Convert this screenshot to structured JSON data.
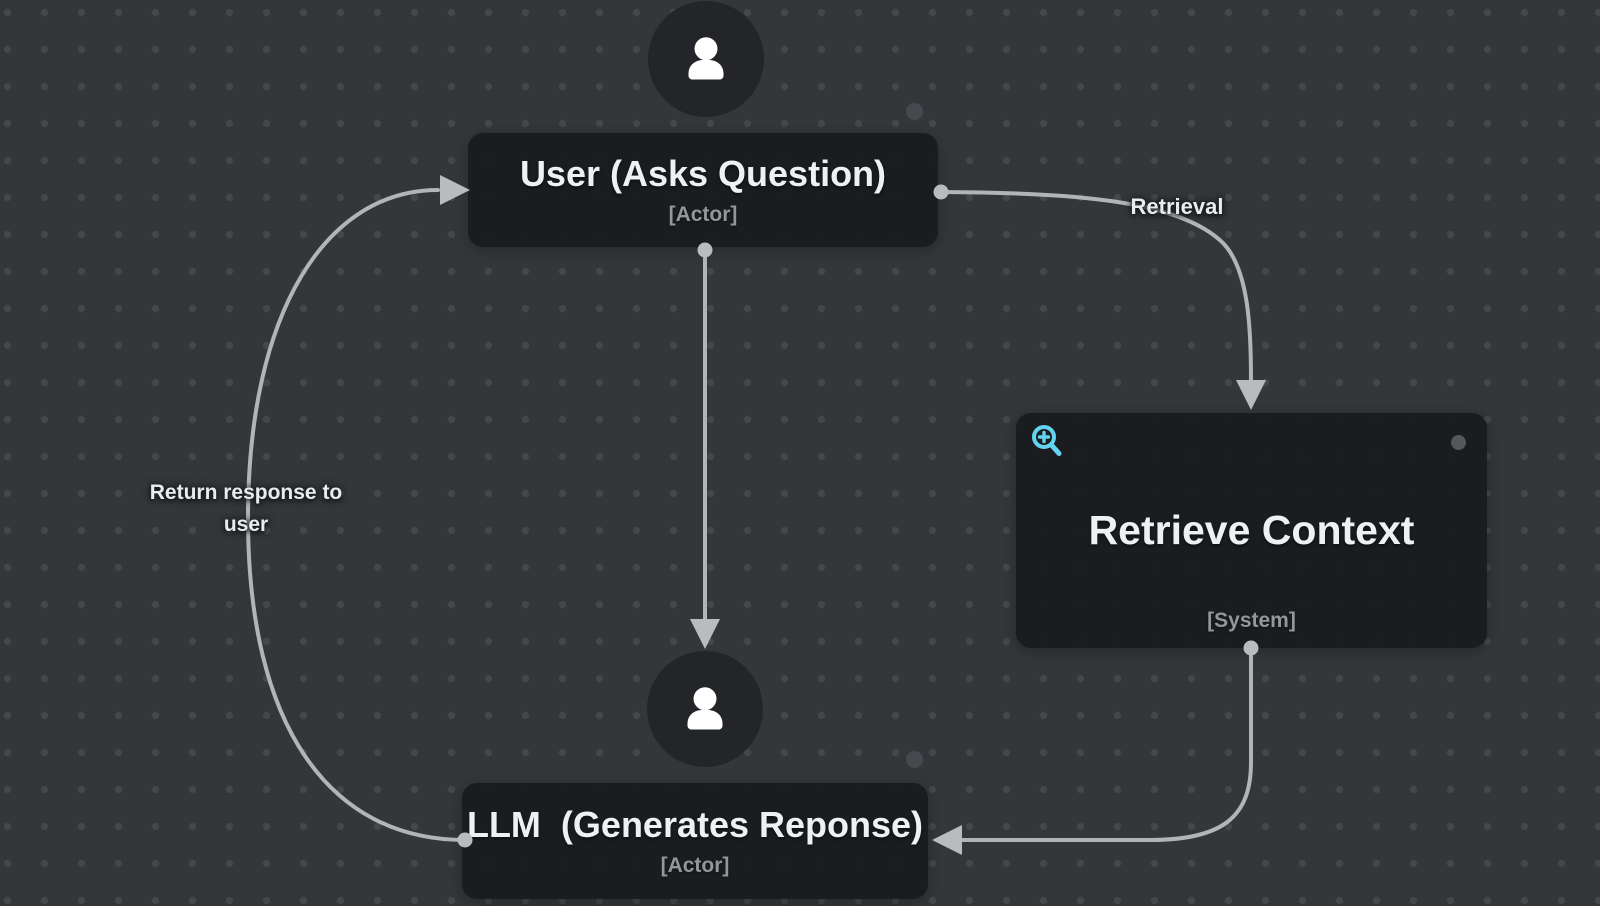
{
  "diagram": {
    "nodes": [
      {
        "id": "user",
        "title": "User (Asks Question)",
        "subtitle": "[Actor]",
        "icon": "person-icon"
      },
      {
        "id": "retrieve_context",
        "title": "Retrieve Context",
        "subtitle": "[System]",
        "icon": "zoom-in-icon"
      },
      {
        "id": "llm",
        "title": "LLM  (Generates Reponse)",
        "subtitle": "[Actor]",
        "icon": "person-icon"
      }
    ],
    "edges": [
      {
        "from": "user",
        "to": "retrieve_context",
        "label": "Retrieval"
      },
      {
        "from": "user",
        "to": "llm",
        "label": ""
      },
      {
        "from": "retrieve_context",
        "to": "llm",
        "label": ""
      },
      {
        "from": "llm",
        "to": "user",
        "label": "Return response to user"
      }
    ]
  },
  "colors": {
    "background": "#34373a",
    "grid_dot": "#45484b",
    "node_fill": "#1f2225",
    "connector": "#b2b5b7",
    "title_text": "#eef1f3",
    "subtitle_text": "#94979a",
    "zoom_icon_accent": "#62d4f0",
    "avatar_icon": "#ffffff"
  }
}
